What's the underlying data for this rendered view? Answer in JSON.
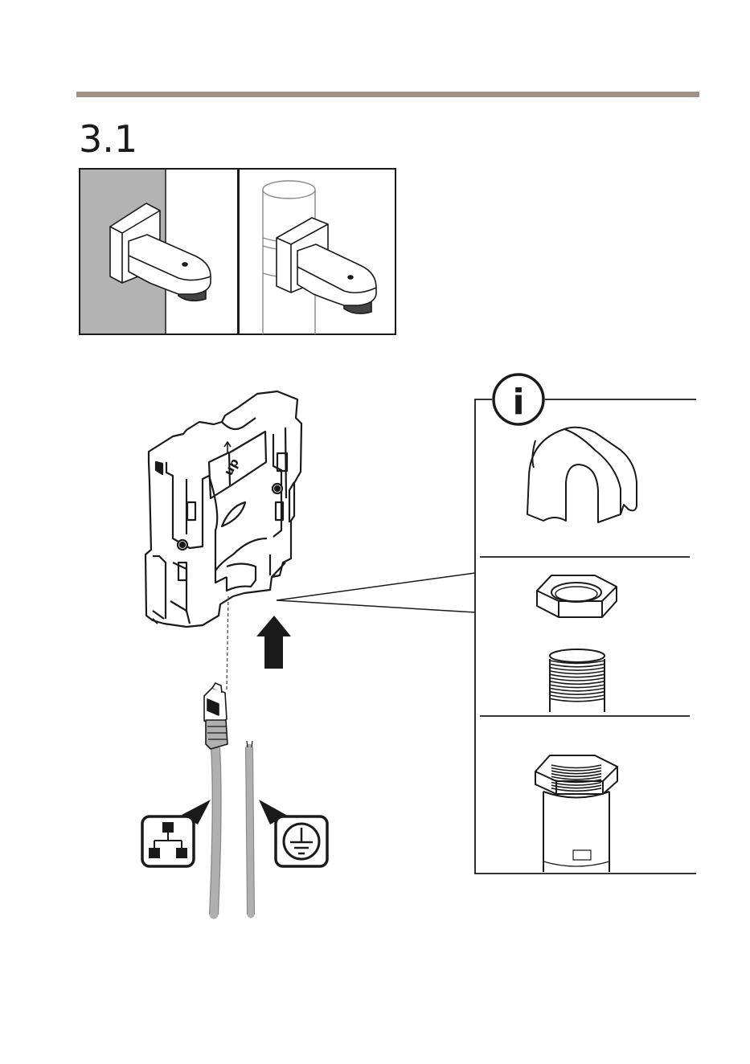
{
  "page": {
    "step_number": "3.1",
    "rule_color": "#a0928a"
  },
  "mount_panels": {
    "wall_color": "#b3b3b3",
    "panels": [
      {
        "icon": "wall-mount-bracket-icon"
      },
      {
        "icon": "pole-mount-bracket-icon"
      }
    ]
  },
  "installation": {
    "arrow_direction": "up",
    "bracket_label": "up",
    "cable_color": "#b0b0b0",
    "symbols": [
      {
        "icon": "network-icon"
      },
      {
        "icon": "ground-icon"
      }
    ]
  },
  "info_panel": {
    "info_glyph": "i",
    "options": [
      {
        "icon": "conduit-cap-icon"
      },
      {
        "icon": "conduit-nut-icon"
      },
      {
        "icon": "conduit-assembled-icon"
      }
    ]
  }
}
